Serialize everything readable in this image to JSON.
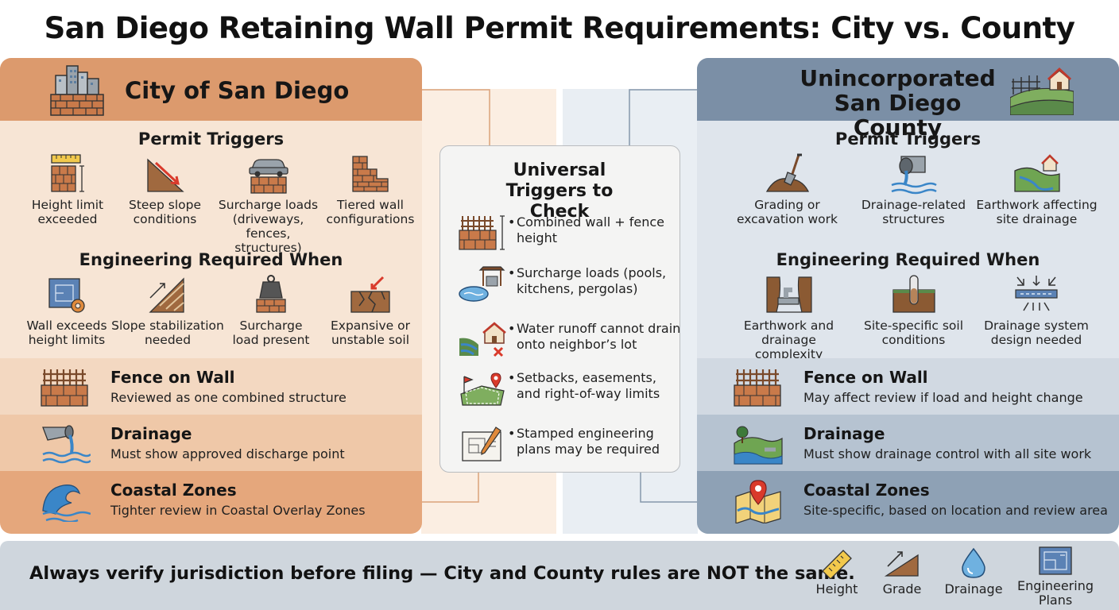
{
  "title": "San Diego Retaining Wall Permit Requirements: City vs. County",
  "city": {
    "heading": "City of San Diego",
    "permit_triggers_title": "Permit Triggers",
    "permit_triggers": [
      {
        "label": "Height limit exceeded",
        "icon": "ruler-wall-icon"
      },
      {
        "label": "Steep slope conditions",
        "icon": "slope-arrow-icon"
      },
      {
        "label": "Surcharge loads (driveways, fences, structures)",
        "icon": "car-on-wall-icon"
      },
      {
        "label": "Tiered wall configurations",
        "icon": "tiered-wall-icon"
      }
    ],
    "engineering_title": "Engineering Required When",
    "engineering": [
      {
        "label": "Wall exceeds height limits",
        "icon": "blueprint-gear-icon"
      },
      {
        "label": "Slope stabilization needed",
        "icon": "slope-stabilization-icon"
      },
      {
        "label": "Surcharge load present",
        "icon": "weight-icon"
      },
      {
        "label": "Expansive or unstable soil",
        "icon": "cracked-soil-icon"
      }
    ],
    "bands": [
      {
        "title": "Fence on Wall",
        "subtitle": "Reviewed as one combined structure",
        "icon": "fence-wall-icon"
      },
      {
        "title": "Drainage",
        "subtitle": "Must show approved discharge point",
        "icon": "drain-pipe-icon"
      },
      {
        "title": "Coastal Zones",
        "subtitle": "Tighter review in Coastal Overlay Zones",
        "icon": "wave-icon"
      }
    ]
  },
  "county": {
    "heading": "Unincorporated San Diego County",
    "permit_triggers_title": "Permit Triggers",
    "permit_triggers": [
      {
        "label": "Grading or excavation work",
        "icon": "shovel-icon"
      },
      {
        "label": "Drainage-related structures",
        "icon": "culvert-icon"
      },
      {
        "label": "Earthwork affecting site drainage",
        "icon": "hillside-house-icon"
      }
    ],
    "engineering_title": "Engineering Required When",
    "engineering": [
      {
        "label": "Earthwork and drainage complexity",
        "icon": "earthwork-pipe-icon"
      },
      {
        "label": "Site-specific soil conditions",
        "icon": "soil-sample-icon"
      },
      {
        "label": "Drainage system design needed",
        "icon": "drainage-design-icon"
      }
    ],
    "bands": [
      {
        "title": "Fence on Wall",
        "subtitle": "May affect review if load and height change",
        "icon": "fence-wall-icon"
      },
      {
        "title": "Drainage",
        "subtitle": "Must show drainage control with all site work",
        "icon": "landscape-drainage-icon"
      },
      {
        "title": "Coastal Zones",
        "subtitle": "Site-specific, based on location and review area",
        "icon": "map-pin-icon"
      }
    ]
  },
  "universal": {
    "title": "Universal Triggers to Check",
    "items": [
      {
        "label": "Combined wall + fence height",
        "icon": "fence-height-icon"
      },
      {
        "label": "Surcharge loads (pools, kitchens, pergolas)",
        "icon": "pool-pergola-icon"
      },
      {
        "label": "Water runoff cannot drain onto neighbor’s lot",
        "icon": "runoff-house-icon"
      },
      {
        "label": "Setbacks, easements, and right-of-way limits",
        "icon": "property-flags-icon"
      },
      {
        "label": "Stamped engineering plans may be required",
        "icon": "plans-pen-icon"
      }
    ]
  },
  "footer": {
    "text": "Always verify jurisdiction before filing — City and County rules are NOT the same.",
    "icons": [
      {
        "label": "Height",
        "icon": "ruler-icon"
      },
      {
        "label": "Grade",
        "icon": "grade-icon"
      },
      {
        "label": "Drainage",
        "icon": "droplet-icon"
      },
      {
        "label": "Engineering Plans",
        "icon": "blueprint-icon"
      }
    ]
  }
}
